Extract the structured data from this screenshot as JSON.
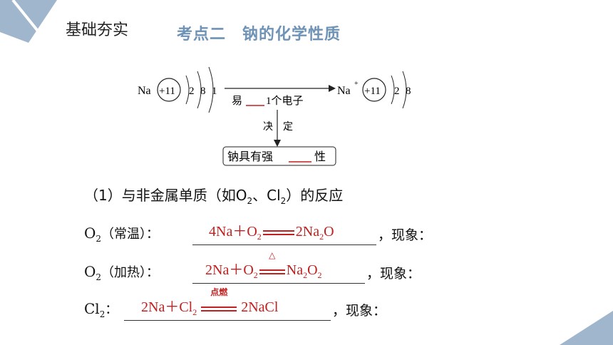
{
  "header": {
    "section_label": "基础夯实",
    "title": "考点二　钠的化学性质"
  },
  "diagram": {
    "atom_symbol": "Na",
    "atom_nucleus": "+11",
    "atom_shells": [
      "2",
      "8",
      "1"
    ],
    "ion_symbol": "Na",
    "ion_charge": "+",
    "ion_nucleus": "+11",
    "ion_shells": [
      "2",
      "8"
    ],
    "arrow_label_prefix": "易",
    "arrow_label_suffix": "1个电子",
    "decide_1": "决",
    "decide_2": "定",
    "box_prefix": "钠具有强",
    "box_suffix": "性"
  },
  "section": {
    "heading_prefix": "（1）与非金属单质（如O",
    "heading_sub_1": "2",
    "heading_mid": "、Cl",
    "heading_sub_2": "2",
    "heading_suffix": "）的反应"
  },
  "rows": [
    {
      "label_main": "O",
      "label_sub": "2",
      "label_cond": "（常温）：",
      "answer_left": "4Na＋O",
      "answer_left_sub": "2",
      "answer_right": "2Na",
      "answer_right_sub": "2",
      "answer_right_end": "O",
      "condition": "",
      "tail": "，现象："
    },
    {
      "label_main": "O",
      "label_sub": "2",
      "label_cond": "（加热）：",
      "answer_left": "2Na＋O",
      "answer_left_sub": "2",
      "answer_right": "Na",
      "answer_right_sub": "2",
      "answer_right_end": "O",
      "answer_right_sub2": "2",
      "condition": "△",
      "tail": "，现象："
    },
    {
      "label_main": "Cl",
      "label_sub": "2",
      "label_cond": "：",
      "answer_left": "2Na＋Cl",
      "answer_left_sub": "2",
      "answer_right": "2NaCl",
      "condition": "点燃",
      "tail": "，现象："
    }
  ],
  "colors": {
    "accent_blue": "#6f93b6",
    "corner_blue": "#9fb6cc",
    "answer_red": "#c0201f"
  }
}
